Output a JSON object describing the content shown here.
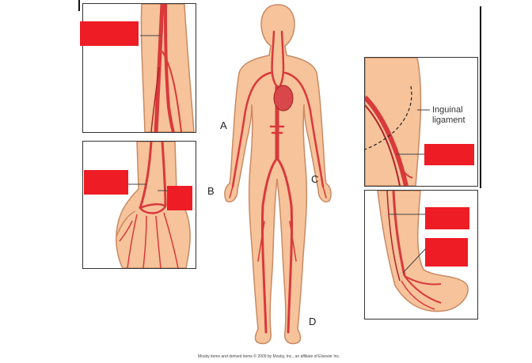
{
  "letters": {
    "a": "A",
    "b": "B",
    "c": "C",
    "d": "D"
  },
  "labels": {
    "inguinal_line1": "Inguinal",
    "inguinal_line2": "ligament"
  },
  "credit": "Mosby items and derived items © 2009 by Mosby, Inc., an affiliate of Elsevier Inc.",
  "colors": {
    "skin": "#f6c39b",
    "skin_outline": "#c98a63",
    "artery": "#d9393b",
    "artery_dark": "#b32228",
    "heart": "#d8474a",
    "label_box": "#ee1c25"
  }
}
